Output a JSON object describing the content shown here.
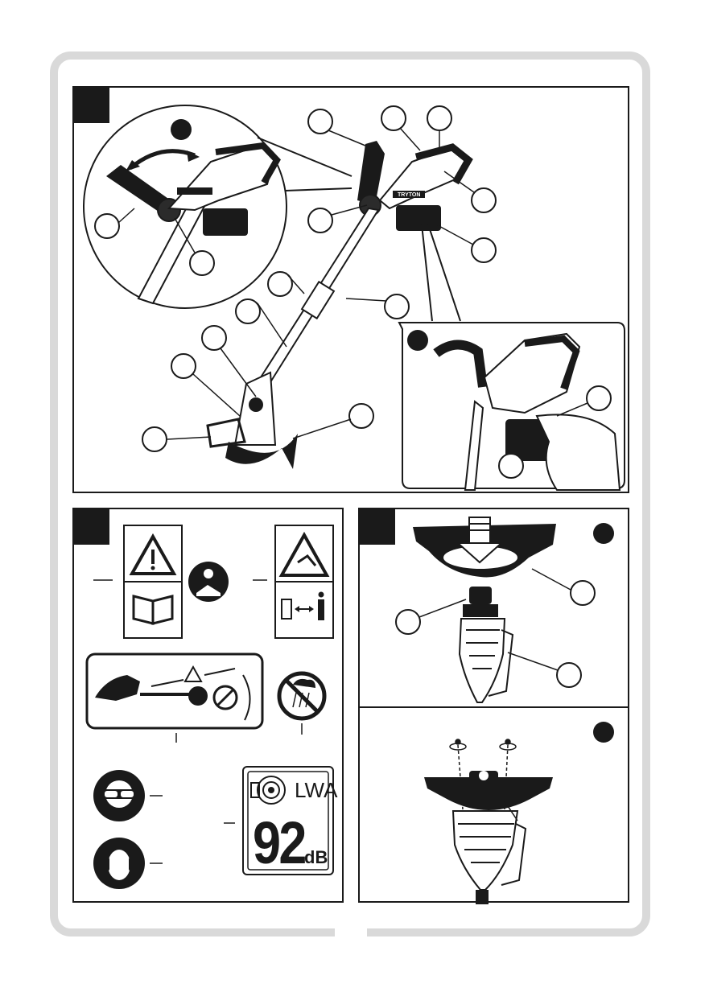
{
  "colors": {
    "ink": "#1a1a1a",
    "frame": "#d9d9d9",
    "paper": "#ffffff",
    "grey": "#8a8a8a"
  },
  "brand_label": "TRYTON",
  "noise": {
    "symbol": "LWA",
    "value": "92",
    "unit": "dB"
  },
  "icons": [
    "warning-triangle-icon",
    "manual-book-icon",
    "read-manual-icon",
    "flying-debris-icon",
    "safety-distance-icon",
    "no-rain-icon",
    "eye-protection-icon",
    "ear-protection-icon",
    "sound-power-icon",
    "rotation-icon"
  ]
}
